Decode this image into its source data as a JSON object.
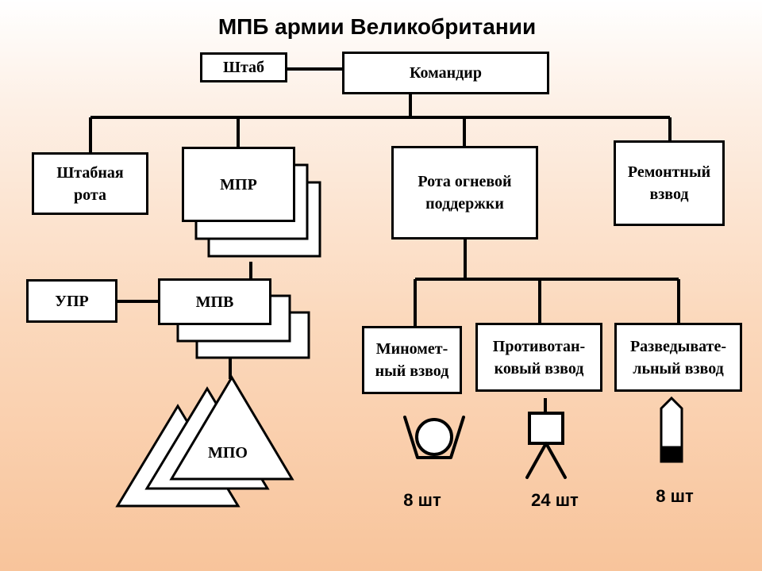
{
  "title": "МПБ армии Великобритании",
  "units": {
    "hq": "Штаб",
    "commander": "Командир",
    "hq_company": "Штабная\nрота",
    "mpr": "МПР",
    "fire_support_company": "Рота огневой\nподдержки",
    "repair_platoon": "Ремонтный\nвзвод",
    "upr": "УПР",
    "mpv": "МПВ",
    "mpo": "МПО",
    "mortar_platoon": "Миномет-\nный взвод",
    "antitank_platoon": "Противотан-\nковый взвод",
    "recon_platoon": "Разведывате-\nльный взвод"
  },
  "counts": {
    "mortar": "8 шт",
    "antitank": "24 шт",
    "recon": "8 шт"
  },
  "colors": {
    "background_top": "#ffffff",
    "background_bottom": "#f8c49b",
    "lines": "#000000",
    "boxes": "#ffffff"
  },
  "icons": [
    "mortar-icon",
    "antitank-launcher-icon",
    "recon-vehicle-icon"
  ]
}
